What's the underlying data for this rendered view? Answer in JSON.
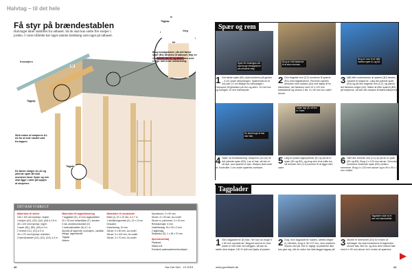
{
  "left_page": {
    "kicker": "Halvtag – til det hele",
    "title": "Få styr på brændestablen",
    "intro": "Halvtaget låner stabilitet fra udhuset. Så du skal kun sætte fire stolper i jorden. I vores tilfælde har taget samme hældning som taget på udhuset.",
    "detail_labels": {
      "tagpap": "Tagpap",
      "n": "N",
      "i": "I",
      "vaeg": "Væg",
      "b1": "B1",
      "konsoljern": "Konsoljern",
      "c2": "C2",
      "tagpap2": "Tagpap",
      "tagpap3": "Tagpap"
    },
    "callouts": [
      "Brug beslagskruer, når det første spær (B1) fæstnes til udhuset. Klip en vindskede (N) til, og afslut den med en/der tætnende inddækning.",
      "Skrå enden af stolperne A1-A4 for at lede vandet væk fra toppen.",
      "De første stolper A1-A2 og yderste spær B3 skal monteres først. Spær og rem skal ligge i vater på toppen af stolperne."
    ],
    "page_number": "40",
    "magazine": "Gør Det Selv · 10 2015"
  },
  "materials": {
    "heading": "DET HAR VI BRUGT",
    "columns": [
      {
        "title": "Materialer til skelet",
        "items": [
          "100 x 100 mm trykimpr. stolper:",
          "4 stolper (A1), (A2), (A3), (A4) á 2,5 m",
          "45 x 120 mm trykimpr. regler:",
          "3 spær (B1), (B2), (B3) á 3 m",
          "2 remme (C1), (C2) á 3 m",
          "45 x 170 mm trykimpr. brædder:",
          "3 stern/brædder (D1), (D2), (D3), á 3 m"
        ]
      },
      {
        "title": "Materialer til tagbeklædning",
        "items": [
          "7 tagplader (E), 10 mm tagkrydsfiner",
          "20 x 30 mm trekantlister (F), tomater",
          "3 stk. aluminiumsvinkel (G)",
          "1 tudeudskrabber (H) á 1 m",
          "Alustrip af tagrende, konsoljern, vandlås, fittings, tagrendeslib",
          "Tagpap",
          "Afstem"
        ]
      },
      {
        "title": "Materialer til vandskede",
        "items": [
          "Bræt (J), 22 x 20 mm, á 2,7 m",
          "1 afsluttningsvinkel (K), 13 x 13 cm",
          "Desuden:",
          "Kamrbeslag, 10 mm",
          "Skruer, 5 x 60 mm, Ao-rustfri",
          "Skruer, 5 x 100 mm, Ao-rustfri",
          "Skruer, 3 x 70 mm, Ao-rustfri"
        ]
      },
      {
        "title": "",
        "items": [
          "Spunskruer, 2 x 50 mm",
          "Skruer, 3 x 30 mm, Ao-rustfri",
          "Skruer m. pakhoved, 3 x 20 mm",
          "Remlukninger, 6 mm",
          "Vinkelbeslag, 90 x 90 x 3 mm",
          "2 tagbeslag",
          "Stolpesko (S), 1 x 35 x 37 mm"
        ]
      }
    ],
    "special_title": "Specialværktøj",
    "special_items": [
      "Pladesav",
      "Sæbø-hvil",
      "Eventuelt pastmasterbor/kunbejsel"
    ]
  },
  "right_page": {
    "section1": "Spær og rem",
    "section2": "Tagplader",
    "steps1": [
      {
        "num": "1",
        "text": "Det første spær (B1) skal monteres på gavlen – 3 cm under afslutningen. Spærenderne vil lod-oalt C2 om tillæge fra udhustaget i Ostrupver til tykkelsen på rem og stern. 10 mm bor og boregen 10 mm karmdyvler."
      },
      {
        "num": "2",
        "text": "Den bageste rem (C2) monteres til spæret (B1) med tagbæslerne. Remmen samles desuden med stolpen (A4) ved hjælp af en blæsvinkel, der fæstnes med 10 x 120 mm bræddebolt og skrues 2 stk. 6 x 90 mm Ao-rustfri skruer."
      },
      {
        "num": "3",
        "text": "Mål efter underkanten af spæret (B1) fæstes vandret til stolperne. Læg det yderste spær (B3) og på den bageste rem (C2), og pæred det fæstnes stolpe (A2). Mærk af efter spæret (B3) på stolperne, så kan den stolpes til blæsvinkleprene."
      },
      {
        "num": "4",
        "text": "Skær ud til blæsamling i stolperne (A1-A2) til det yderste spær (B3). Lav et hak, så den er så dyb, som spæret er tykt. Stolpen skal korte af. Kontroller 1 cm under spærets overkant."
      },
      {
        "num": "5",
        "text": "Læg en plade tagkrydsfiner (E) op på de to spær (B1 og B3), og brug den til at måle fra, så forreste rem (C1) kommer til at ligge helt i vater."
      },
      {
        "num": "6",
        "text": "Sæt den forreste rem (C1) op på de to spær (B1 og B3). Brug 4 x 120 mm skruer. Desuden monteres midterste spær (B2) mellem remmene. Brug 4 x 120 mm skruer og to 90 x 90 x 3 mm vinkler."
      }
    ],
    "steps2": [
      {
        "num": "1",
        "text": "Skru tagpladerne (E) fast. Her kan du bruge 5 x 60 mm spunskruer. Begynd med at en hver plade er helt inde ved væggen, så kan du sætte dine stolper 100 % lodt ved hjælp af pladen."
      },
      {
        "num": "2",
        "text": "Dog, hvor tagpladerne mødes, sættes lægter (L) tændes. brug fx 38 x 57 mm, som pladerne skrues ned på. Det er vigtigt, at pladerne ikke kan give sig, når du siden har skal lægge tagpap på."
      },
      {
        "num": "3",
        "text": "Monter et sternbræt (D3) for enden af halvtaget. Nu skal konsolerne til tagrenden skrues fast. Bor for, og skru dem inderst fast med 6 x 90 mm skruer ind i enden af spærene."
      }
    ],
    "photo_tags": [
      "Spær B1 forlænges når skal bruge beslagskruer på udhusets væg.",
      "Brug en bolt bæslerne til at sikre remmen.",
      "Brug en snor til at måle mellem spær A1 og B3.",
      "Du skal bruge at kan lave hak.",
      "Lægte lagt på, så den er i vater.",
      "Tagpladen skal ha et mm ved sternbrættet."
    ],
    "website": "www.gordetselv.dk",
    "page_number": "41"
  },
  "colors": {
    "accent_red": "#d81e1e",
    "heading_gray": "#999999"
  }
}
